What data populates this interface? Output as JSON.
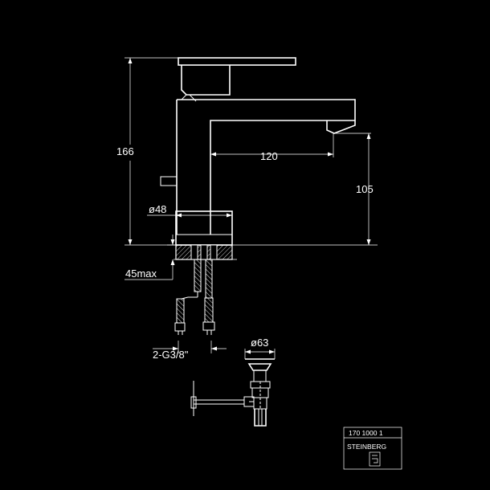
{
  "dimensions": {
    "height_total": "166",
    "reach": "120",
    "spout_height": "105",
    "base_diameter": "ø48",
    "deck_thickness": "45max",
    "connection": "2-G3/8\"",
    "waste_diameter": "ø63"
  },
  "title_block": {
    "article_number": "170 1000 1",
    "brand": "STEINBERG"
  },
  "colors": {
    "background": "#000000",
    "lines": "#ffffff"
  }
}
